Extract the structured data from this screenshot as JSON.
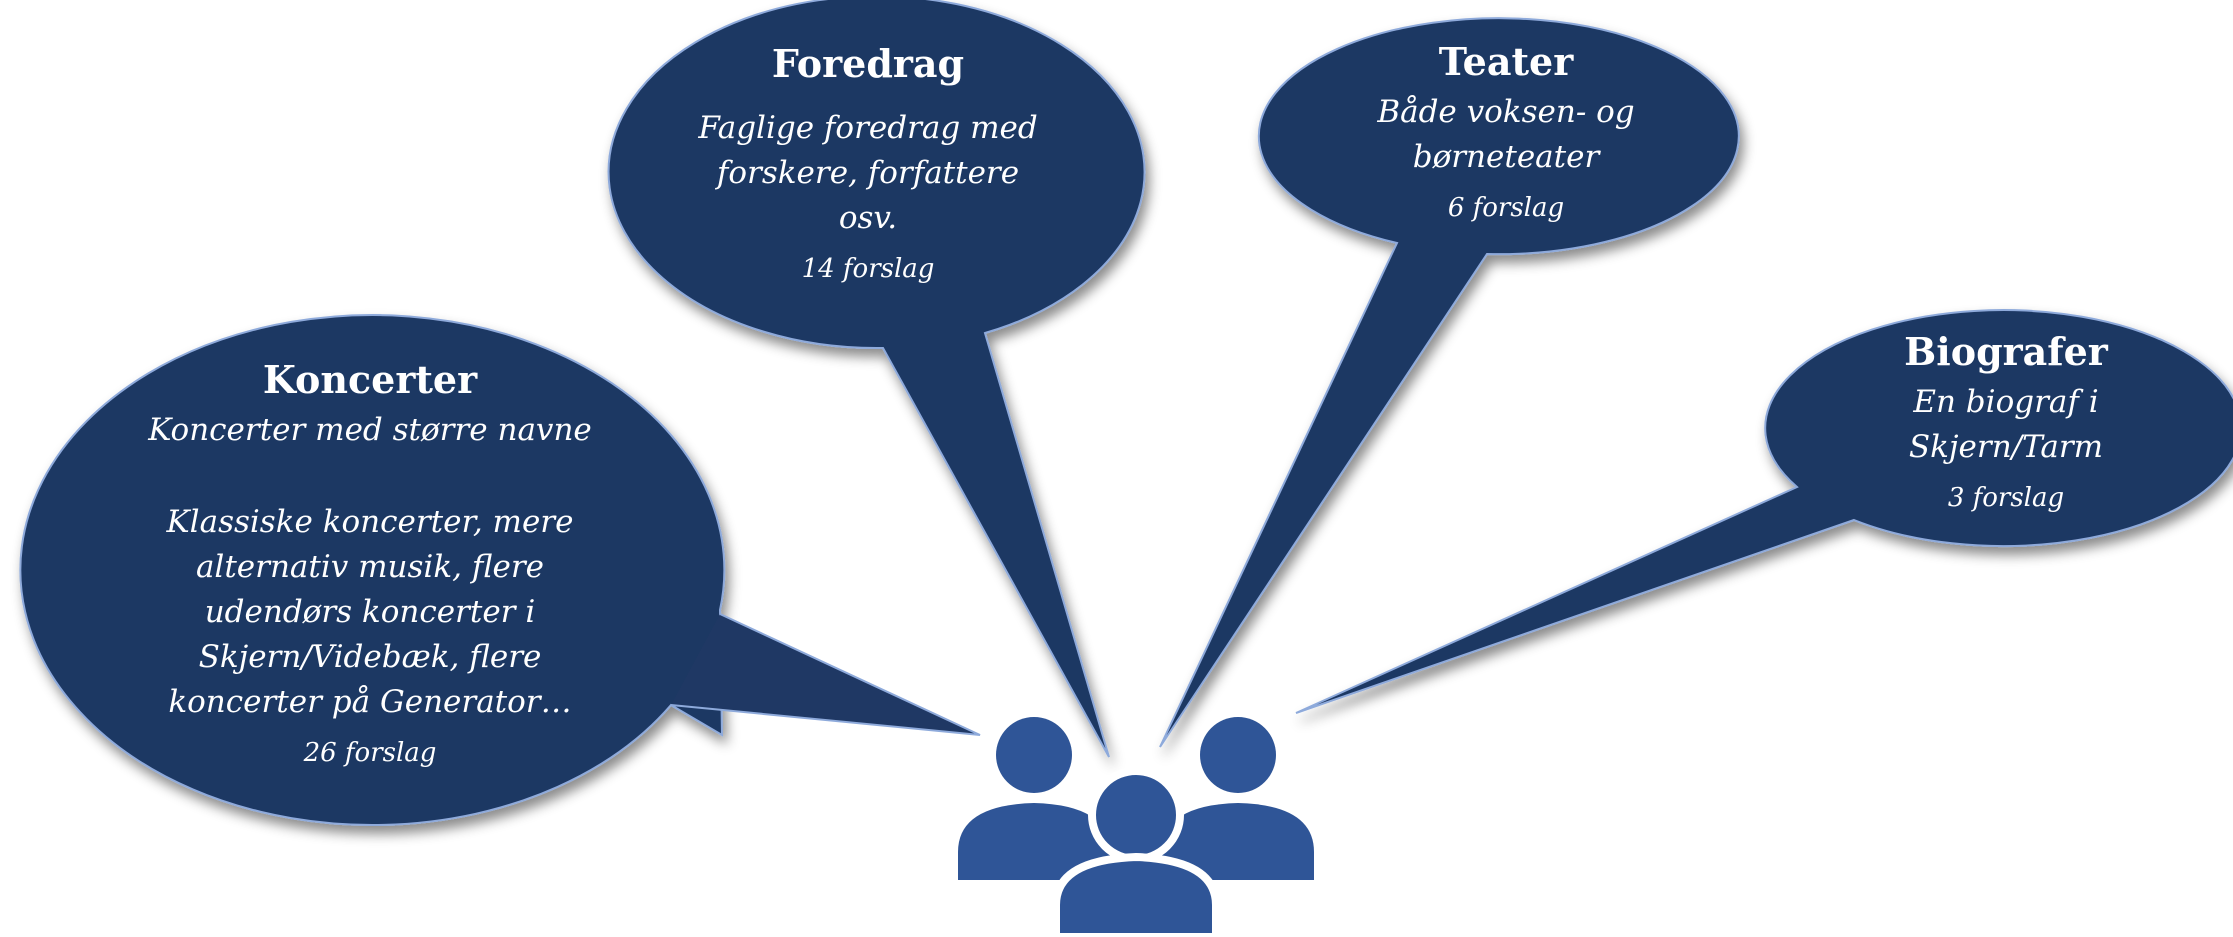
{
  "colors": {
    "bubble_fill": "#1f3864",
    "bubble_stroke": "#8eaadb",
    "people_icon": "#2f5597"
  },
  "bubbles": [
    {
      "title": "Koncerter",
      "desc1": "Koncerter med større navne",
      "desc2_lines": [
        "Klassiske koncerter, mere",
        "alternativ musik, flere",
        "udendørs koncerter i",
        "Skjern/Videbæk, flere",
        "koncerter på Generator…"
      ],
      "count": "26 forslag"
    },
    {
      "title": "Foredrag",
      "desc_lines": [
        "Faglige foredrag med",
        "forskere, forfattere",
        "osv."
      ],
      "count": "14 forslag"
    },
    {
      "title": "Teater",
      "desc_lines": [
        "Både voksen- og",
        "børneteater"
      ],
      "count": "6 forslag"
    },
    {
      "title": "Biografer",
      "desc_lines": [
        "En biograf i",
        "Skjern/Tarm"
      ],
      "count": "3 forslag"
    }
  ],
  "icon": "people-group-icon"
}
